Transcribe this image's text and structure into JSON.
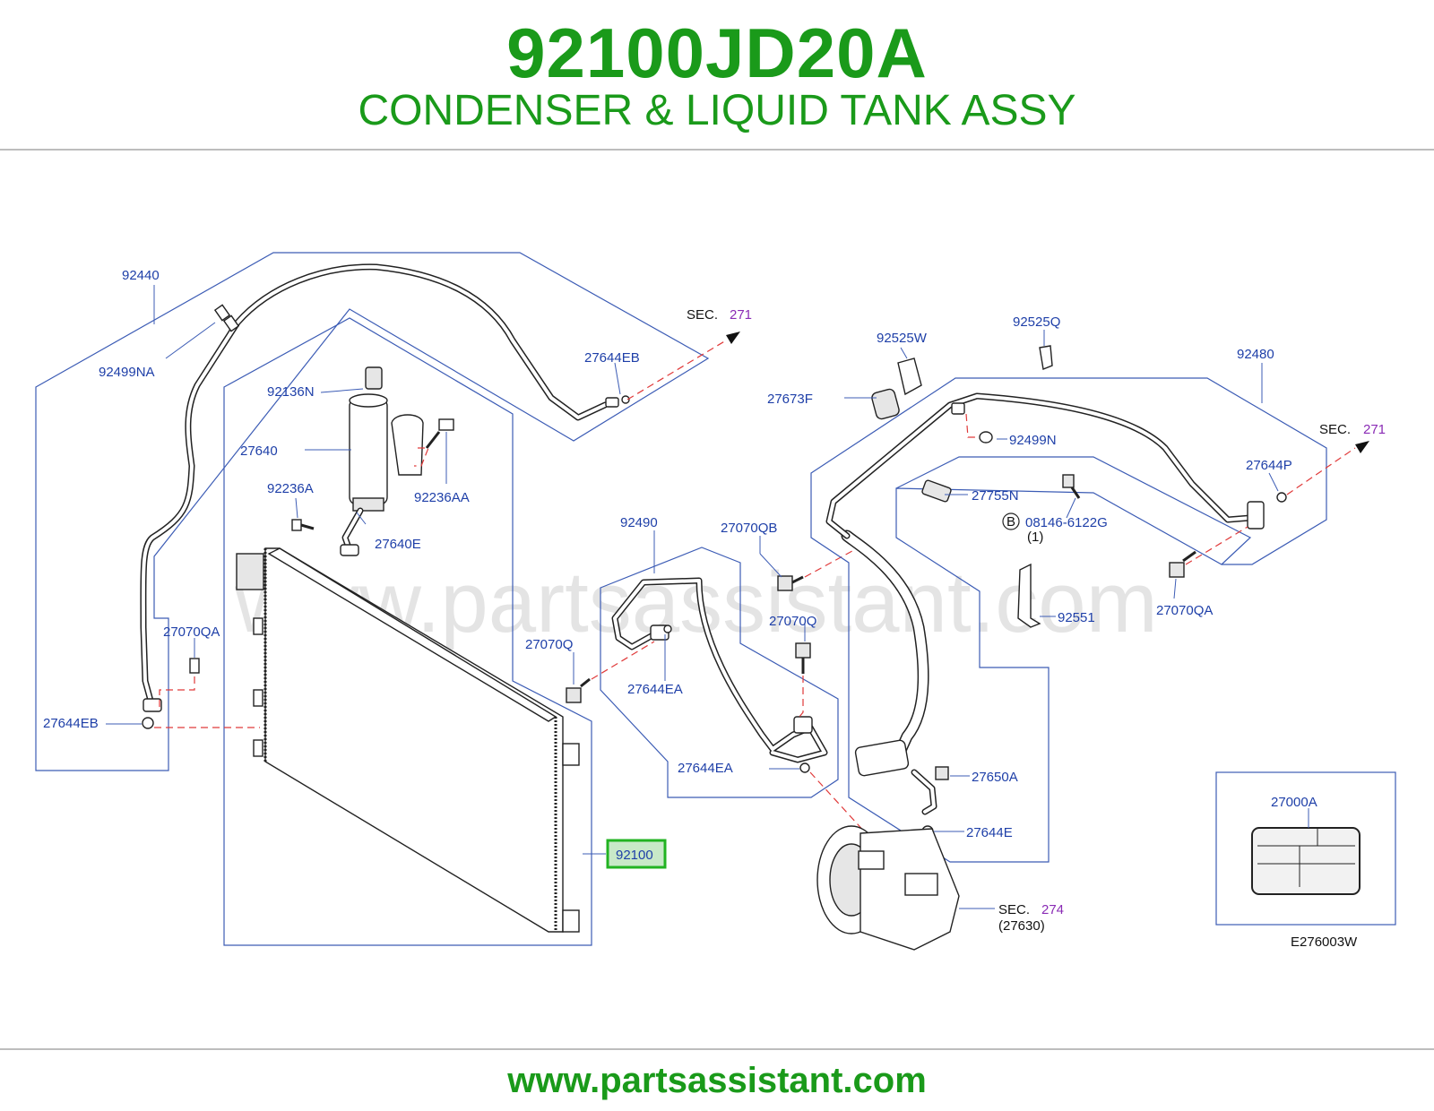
{
  "header": {
    "part_number": "92100JD20A",
    "part_name": "CONDENSER & LIQUID TANK ASSY"
  },
  "watermark": "www.partsassistant.com",
  "footer": {
    "url": "www.partsassistant.com"
  },
  "diagram": {
    "code": "E276003W",
    "highlight_callout": "92100",
    "callouts": {
      "c_92440": "92440",
      "c_92499NA": "92499NA",
      "c_27644EB_top": "27644EB",
      "c_92136N": "92136N",
      "c_27640": "27640",
      "c_92236A": "92236A",
      "c_92236AA": "92236AA",
      "c_27640E": "27640E",
      "c_27070QA_left": "27070QA",
      "c_27644EB_left": "27644EB",
      "c_92490": "92490",
      "c_27070QB": "27070QB",
      "c_27070Q_a": "27070Q",
      "c_27070Q_b": "27070Q",
      "c_27644EA_a": "27644EA",
      "c_27644EA_b": "27644EA",
      "c_92525W": "92525W",
      "c_92525Q": "92525Q",
      "c_27673F": "27673F",
      "c_92480": "92480",
      "c_92499N": "92499N",
      "c_27644P": "27644P",
      "c_27755N": "27755N",
      "c_08146": "08146-6122G",
      "c_08146_qty": "(1)",
      "c_bolt_marker": "B",
      "c_92551": "92551",
      "c_27070QA_right": "27070QA",
      "c_27650A": "27650A",
      "c_27644E": "27644E",
      "c_27000A": "27000A",
      "c_27630": "(27630)"
    },
    "section_refs": {
      "sec_label": "SEC.",
      "top": "271",
      "right": "271",
      "compressor": "274"
    }
  }
}
